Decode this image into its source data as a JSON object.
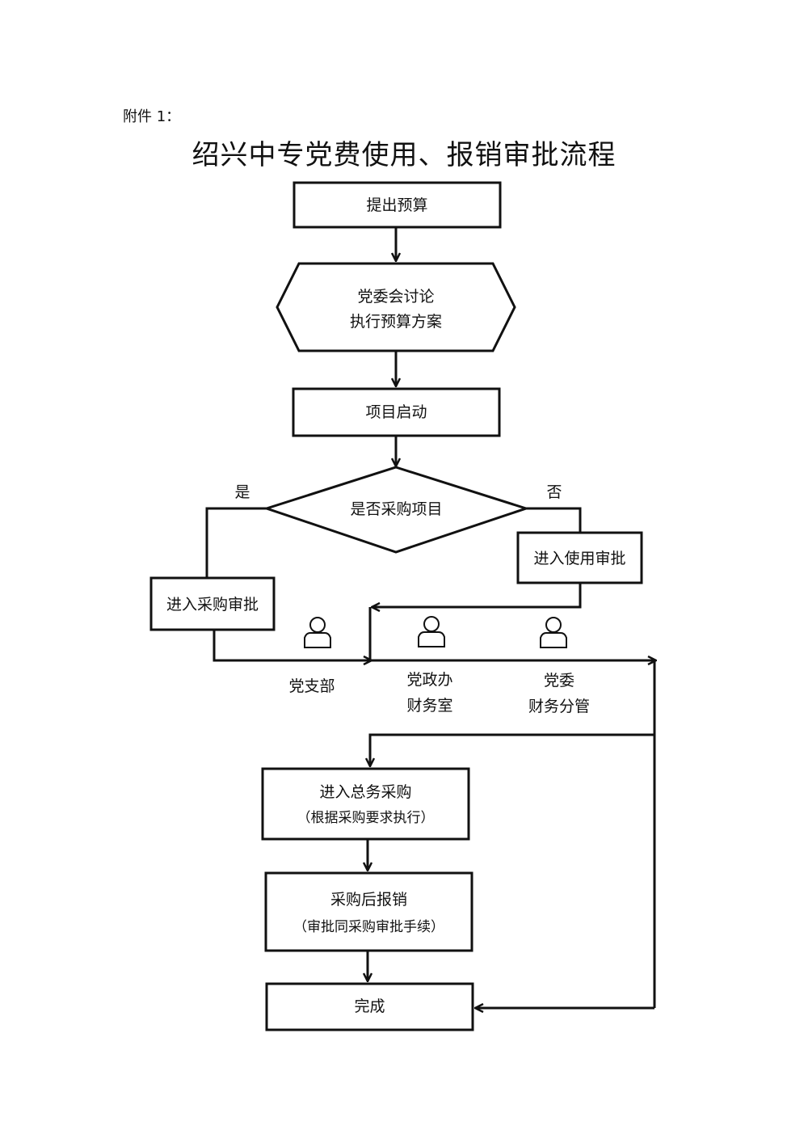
{
  "header": {
    "attachment": "附件 1：",
    "title": "绍兴中专党费使用、报销审批流程"
  },
  "nodes": {
    "propose_budget": "提出预算",
    "committee_line1": "党委会讨论",
    "committee_line2": "执行预算方案",
    "project_start": "项目启动",
    "decision": "是否采购项目",
    "purchase_approval": "进入采购审批",
    "usage_approval": "进入使用审批",
    "general_purchase_line1": "进入总务采购",
    "general_purchase_line2": "（根据采购要求执行）",
    "reimburse_line1": "采购后报销",
    "reimburse_line2": "（审批同采购审批手续）",
    "complete": "完成"
  },
  "branches": {
    "yes": "是",
    "no": "否"
  },
  "approvers": [
    {
      "line1": "党支部",
      "line2": "",
      "icon": "person-icon"
    },
    {
      "line1": "党政办",
      "line2": "财务室",
      "icon": "person-icon"
    },
    {
      "line1": "党委",
      "line2": "财务分管",
      "icon": "person-icon"
    }
  ]
}
